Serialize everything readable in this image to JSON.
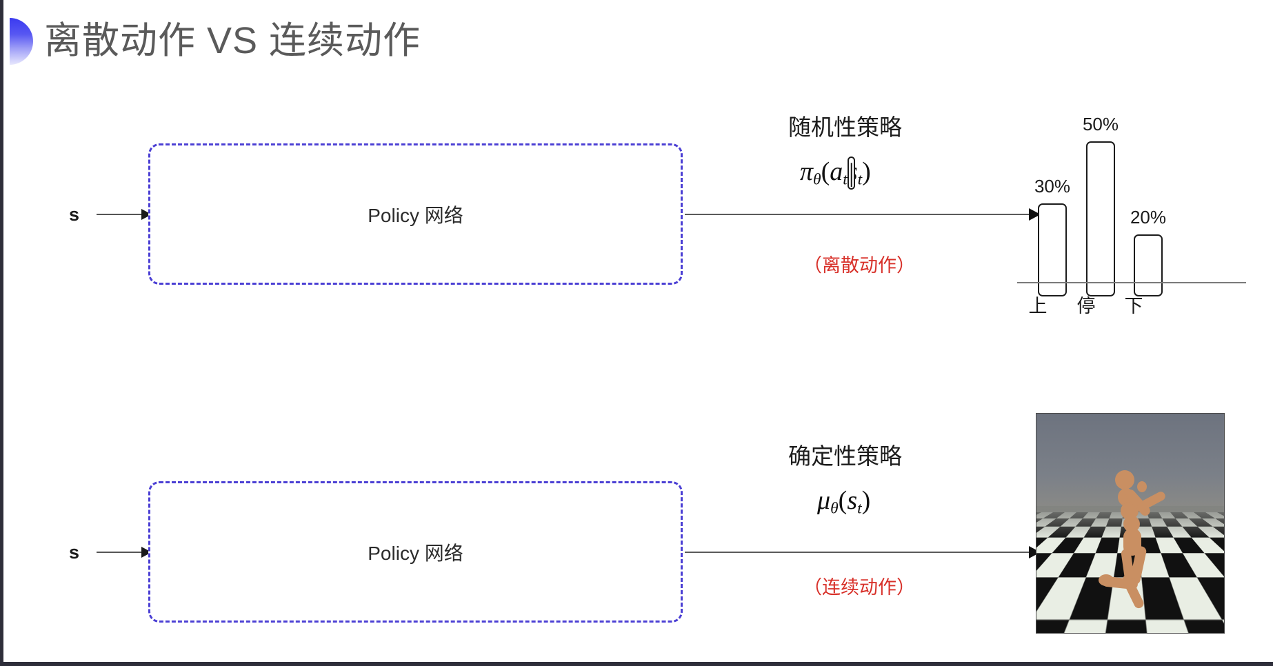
{
  "slide": {
    "title": "离散动作 VS 连续动作",
    "bullet_icon": "half-circle-bullet-icon",
    "background_color": "#ffffff",
    "accent_color": "#3a3af0"
  },
  "rows": [
    {
      "id": "discrete",
      "state_label": "s",
      "policy_box_label": "Policy 网络",
      "policy_box_border_color": "#4b3fd4",
      "annot_title": "随机性策略",
      "formula": {
        "fn": "π",
        "sub": "θ",
        "open": "(",
        "arg1": "a",
        "arg1_sub": "t",
        "bar": "|",
        "arg2": "s",
        "arg2_sub": "t",
        "close": ")"
      },
      "note": "（离散动作）",
      "note_color": "#d8312a"
    },
    {
      "id": "continuous",
      "state_label": "s",
      "policy_box_label": "Policy 网络",
      "policy_box_border_color": "#4b3fd4",
      "annot_title": "确定性策略",
      "formula": {
        "fn": "μ",
        "sub": "θ",
        "open": "(",
        "arg1": "s",
        "arg1_sub": "t",
        "close": ")"
      },
      "note": "（连续动作）",
      "note_color": "#d8312a"
    }
  ],
  "chart_data": {
    "type": "bar",
    "title": "",
    "xlabel": "",
    "ylabel": "",
    "categories": [
      "上",
      "停",
      "下"
    ],
    "values": [
      30,
      50,
      20
    ],
    "value_labels": [
      "30%",
      "50%",
      "20%"
    ],
    "ylim": [
      0,
      60
    ],
    "grid": false,
    "legend": null,
    "bar_fill": "#ffffff",
    "bar_stroke": "#1b1b1b"
  },
  "sim": {
    "caption": "",
    "description_icon": "humanoid-robot-icon",
    "sky_color": "#6f7580",
    "floor_colors": [
      "#e9eee4",
      "#111111"
    ],
    "body_color": "#c98f62"
  }
}
